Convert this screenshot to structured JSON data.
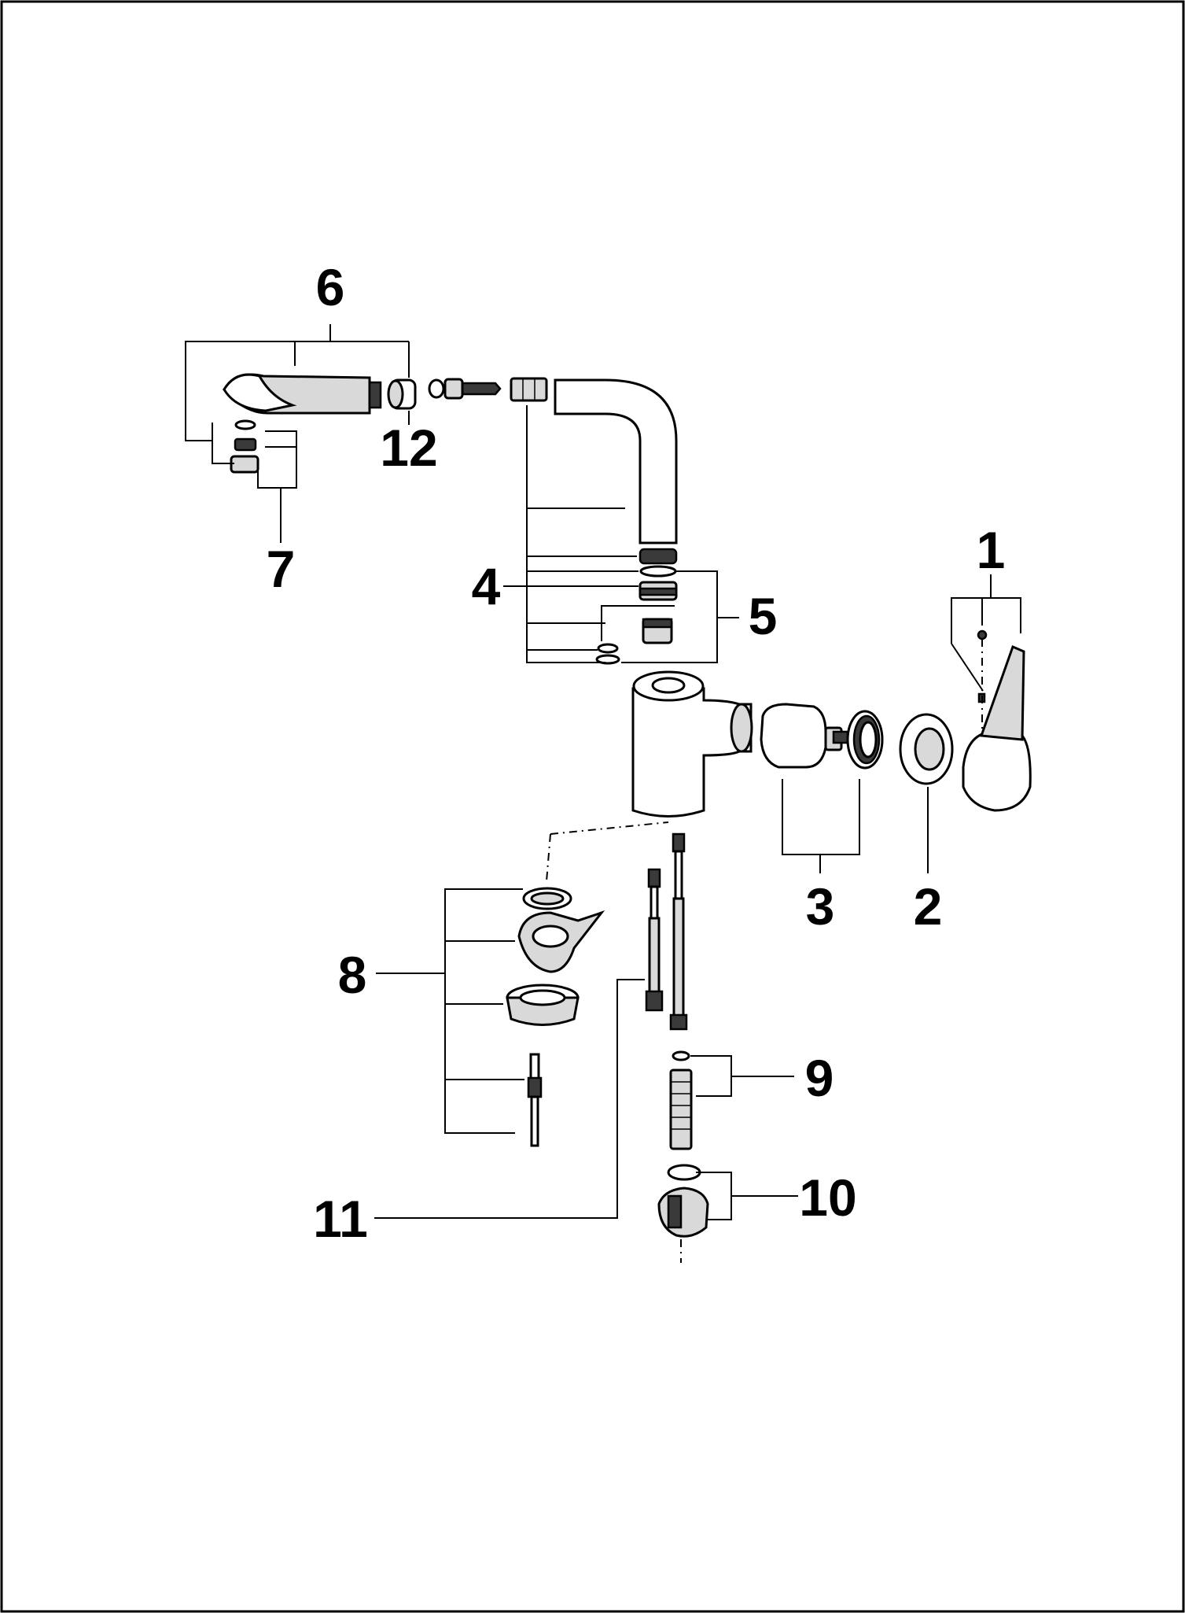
{
  "diagram": {
    "callouts": [
      {
        "id": "1",
        "text": "1"
      },
      {
        "id": "2",
        "text": "2"
      },
      {
        "id": "3",
        "text": "3"
      },
      {
        "id": "4",
        "text": "4"
      },
      {
        "id": "5",
        "text": "5"
      },
      {
        "id": "6",
        "text": "6"
      },
      {
        "id": "7",
        "text": "7"
      },
      {
        "id": "8",
        "text": "8"
      },
      {
        "id": "9",
        "text": "9"
      },
      {
        "id": "10",
        "text": "10"
      },
      {
        "id": "11",
        "text": "11"
      },
      {
        "id": "12",
        "text": "12"
      }
    ],
    "colors": {
      "line": "#000000",
      "background": "#ffffff",
      "part_shade": "#d9d9d9",
      "part_dark": "#3a3a3a"
    }
  }
}
